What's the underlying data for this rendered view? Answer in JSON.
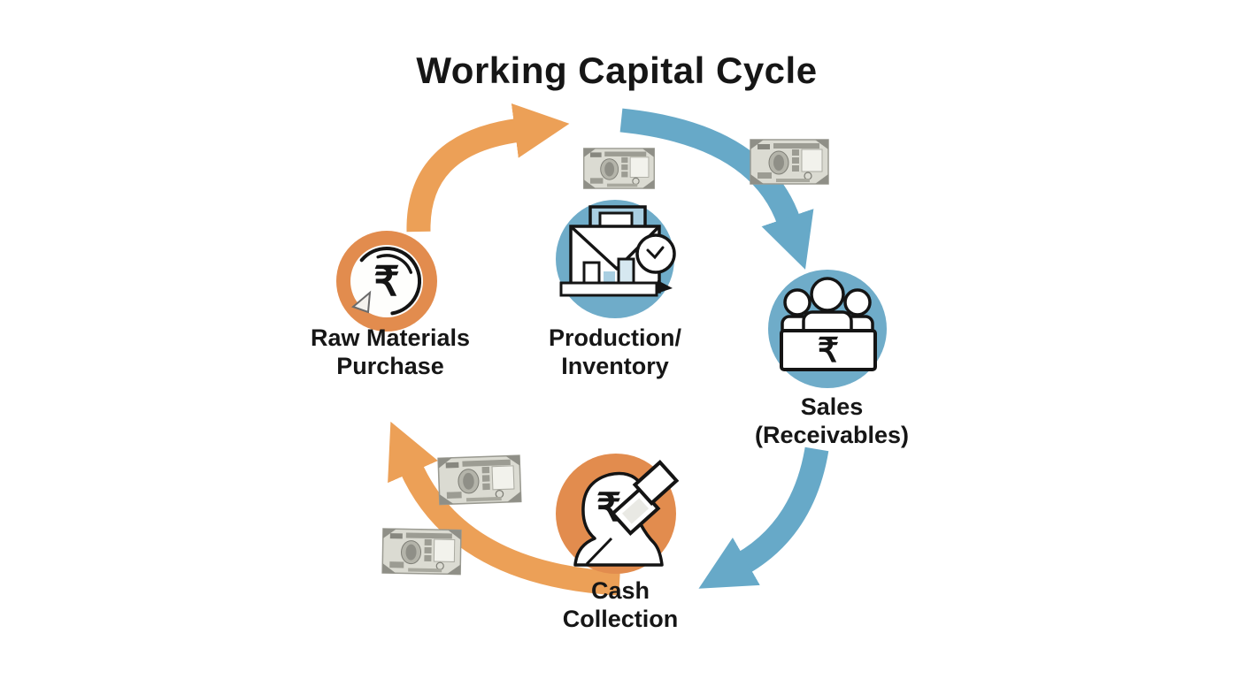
{
  "title": "Working Capital Cycle",
  "colors": {
    "orange_node": "#E28C4E",
    "orange_arrow": "#ECA057",
    "blue_node": "#6FACC9",
    "blue_arrow": "#67A9C8",
    "icon_outline": "#141414",
    "icon_accent_blue": "#A9CFE2",
    "text": "#161616",
    "background": "#FFFFFF"
  },
  "nodes": [
    {
      "id": "raw-materials-purchase",
      "label_line1": "Raw Materials",
      "label_line2": "Purchase",
      "icon": "rupee-cycle-icon",
      "icon_glyph": "₹",
      "circle_color": "#E28C4E"
    },
    {
      "id": "production-inventory",
      "label_line1": "Production/",
      "label_line2": "Inventory",
      "icon": "factory-clock-icon",
      "circle_color": "#6FACC9"
    },
    {
      "id": "sales-receivables",
      "label_line1": "Sales",
      "label_line2": "(Receivables)",
      "icon": "customers-rupee-table-icon",
      "icon_glyph": "₹",
      "circle_color": "#6FACC9"
    },
    {
      "id": "cash-collection",
      "label_line1": "Cash",
      "label_line2": "Collection",
      "icon": "person-rupee-banknotes-icon",
      "icon_glyph": "₹",
      "circle_color": "#E28C4E"
    }
  ],
  "arrows": [
    {
      "id": "arrow-raw-to-production",
      "from": "raw-materials-purchase",
      "to": "production-inventory",
      "color": "#ECA057"
    },
    {
      "id": "arrow-production-to-sales",
      "from": "production-inventory",
      "to": "sales-receivables",
      "color": "#67A9C8"
    },
    {
      "id": "arrow-sales-to-cash",
      "from": "sales-receivables",
      "to": "cash-collection",
      "color": "#67A9C8"
    },
    {
      "id": "arrow-cash-to-raw",
      "from": "cash-collection",
      "to": "raw-materials-purchase",
      "color": "#ECA057"
    }
  ],
  "decorations": {
    "banknote_icon": "rupee-banknote-icon",
    "banknote_icon_count": 4
  }
}
